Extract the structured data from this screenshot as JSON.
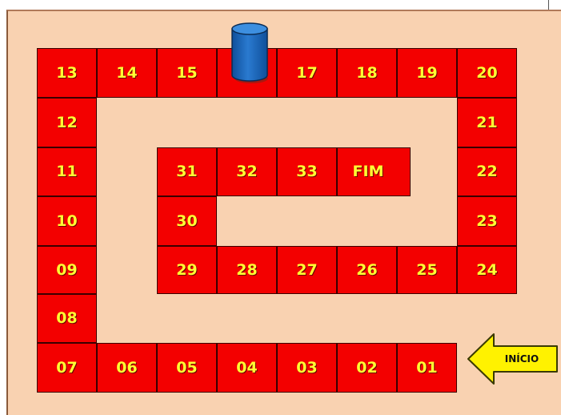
{
  "board": {
    "cells": [
      {
        "label": "13"
      },
      {
        "label": "14"
      },
      {
        "label": "15"
      },
      {
        "label": ""
      },
      {
        "label": "17"
      },
      {
        "label": "18"
      },
      {
        "label": "19"
      },
      {
        "label": "20"
      },
      {
        "label": "12"
      },
      {
        "label": "21"
      },
      {
        "label": "11"
      },
      {
        "label": "31"
      },
      {
        "label": "32"
      },
      {
        "label": "33"
      },
      {
        "label": "FIM"
      },
      {
        "label": "22"
      },
      {
        "label": "10"
      },
      {
        "label": "30"
      },
      {
        "label": "23"
      },
      {
        "label": "09"
      },
      {
        "label": "29"
      },
      {
        "label": "28"
      },
      {
        "label": "27"
      },
      {
        "label": "26"
      },
      {
        "label": "25"
      },
      {
        "label": "24"
      },
      {
        "label": "08"
      },
      {
        "label": "07"
      },
      {
        "label": "06"
      },
      {
        "label": "05"
      },
      {
        "label": "04"
      },
      {
        "label": "03"
      },
      {
        "label": "02"
      },
      {
        "label": "01"
      }
    ],
    "start_label": "INÍCIO"
  },
  "colors": {
    "background": "#f9d2b1",
    "cell_fill": "#f30000",
    "cell_text": "#ffff33",
    "token": "#1f6fc4",
    "arrow": "#fff200"
  },
  "icons": {
    "token": "blue-cylinder-pawn",
    "start": "left-arrow"
  }
}
